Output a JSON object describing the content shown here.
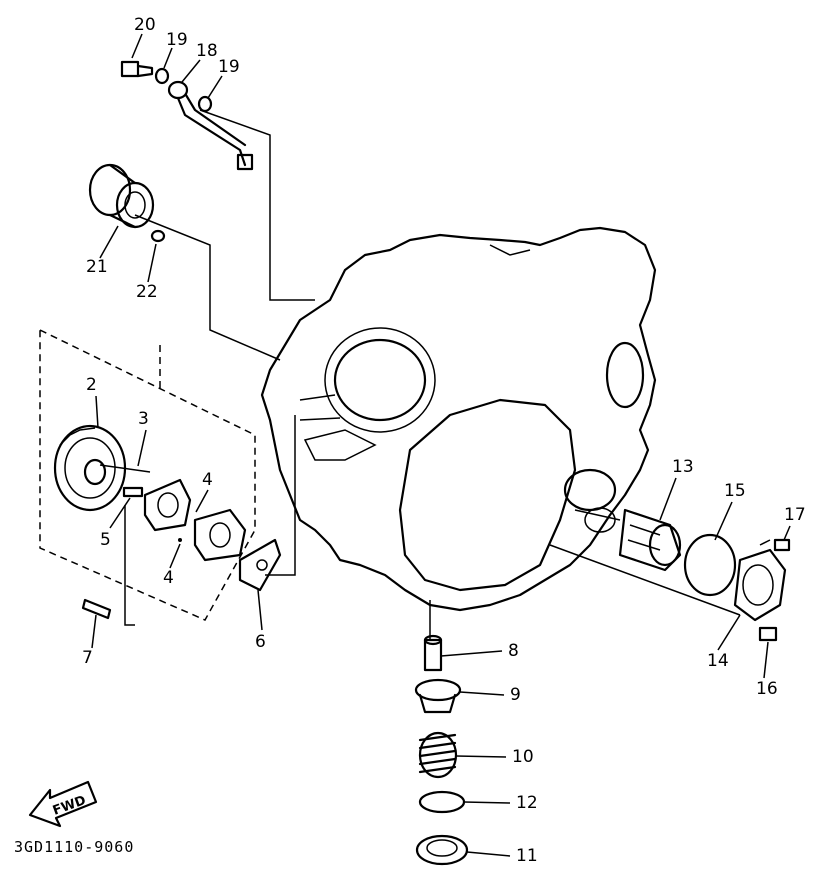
{
  "diagram": {
    "part_numbers": [
      "20",
      "19",
      "18",
      "19",
      "21",
      "22",
      "2",
      "3",
      "4",
      "5",
      "4",
      "7",
      "6",
      "13",
      "15",
      "17",
      "14",
      "16",
      "8",
      "9",
      "10",
      "12",
      "11"
    ],
    "direction_label": "FWD",
    "drawing_code": "3GD1110-9060"
  }
}
